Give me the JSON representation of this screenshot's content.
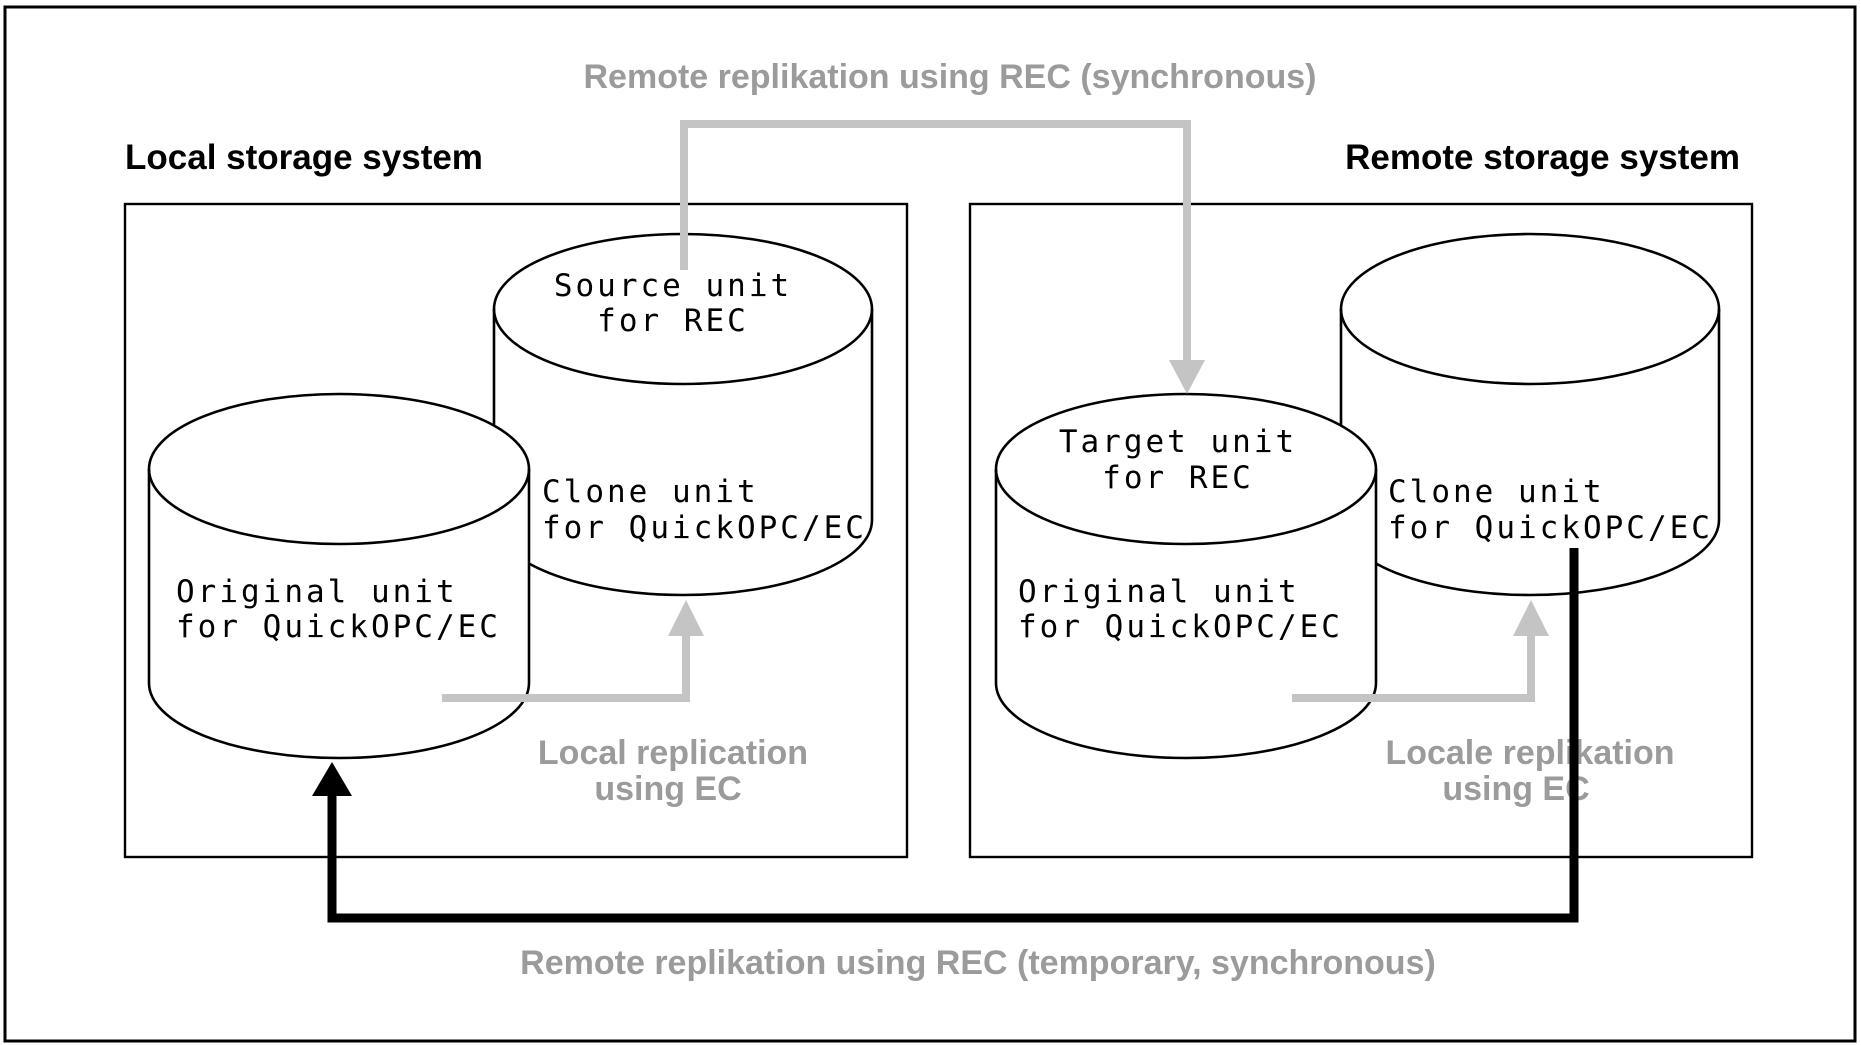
{
  "labels": {
    "local_system": "Local storage system",
    "remote_system": "Remote storage system",
    "rec_sync": "Remote replikation using REC (synchronous)",
    "rec_temp": "Remote replikation using REC (temporary, synchronous)",
    "local_ec_1": "Local replication",
    "local_ec_2": "using EC",
    "remote_ec_1": "Locale replikation",
    "remote_ec_2": "using EC"
  },
  "units": {
    "local_source_1": "Source unit",
    "local_source_2": "for REC",
    "local_clone_1": "Clone unit",
    "local_clone_2": "for QuickOPC/EC",
    "local_original_1": "Original unit",
    "local_original_2": "for QuickOPC/EC",
    "remote_target_1": "Target unit",
    "remote_target_2": "for REC",
    "remote_original_1": "Original unit",
    "remote_original_2": "for QuickOPC/EC",
    "remote_clone_1": "Clone unit",
    "remote_clone_2": "for QuickOPC/EC"
  },
  "colors": {
    "synchronous_arrow": "#c4c4c4",
    "temporary_arrow": "#000000",
    "label_gray": "#9b9b9b"
  }
}
